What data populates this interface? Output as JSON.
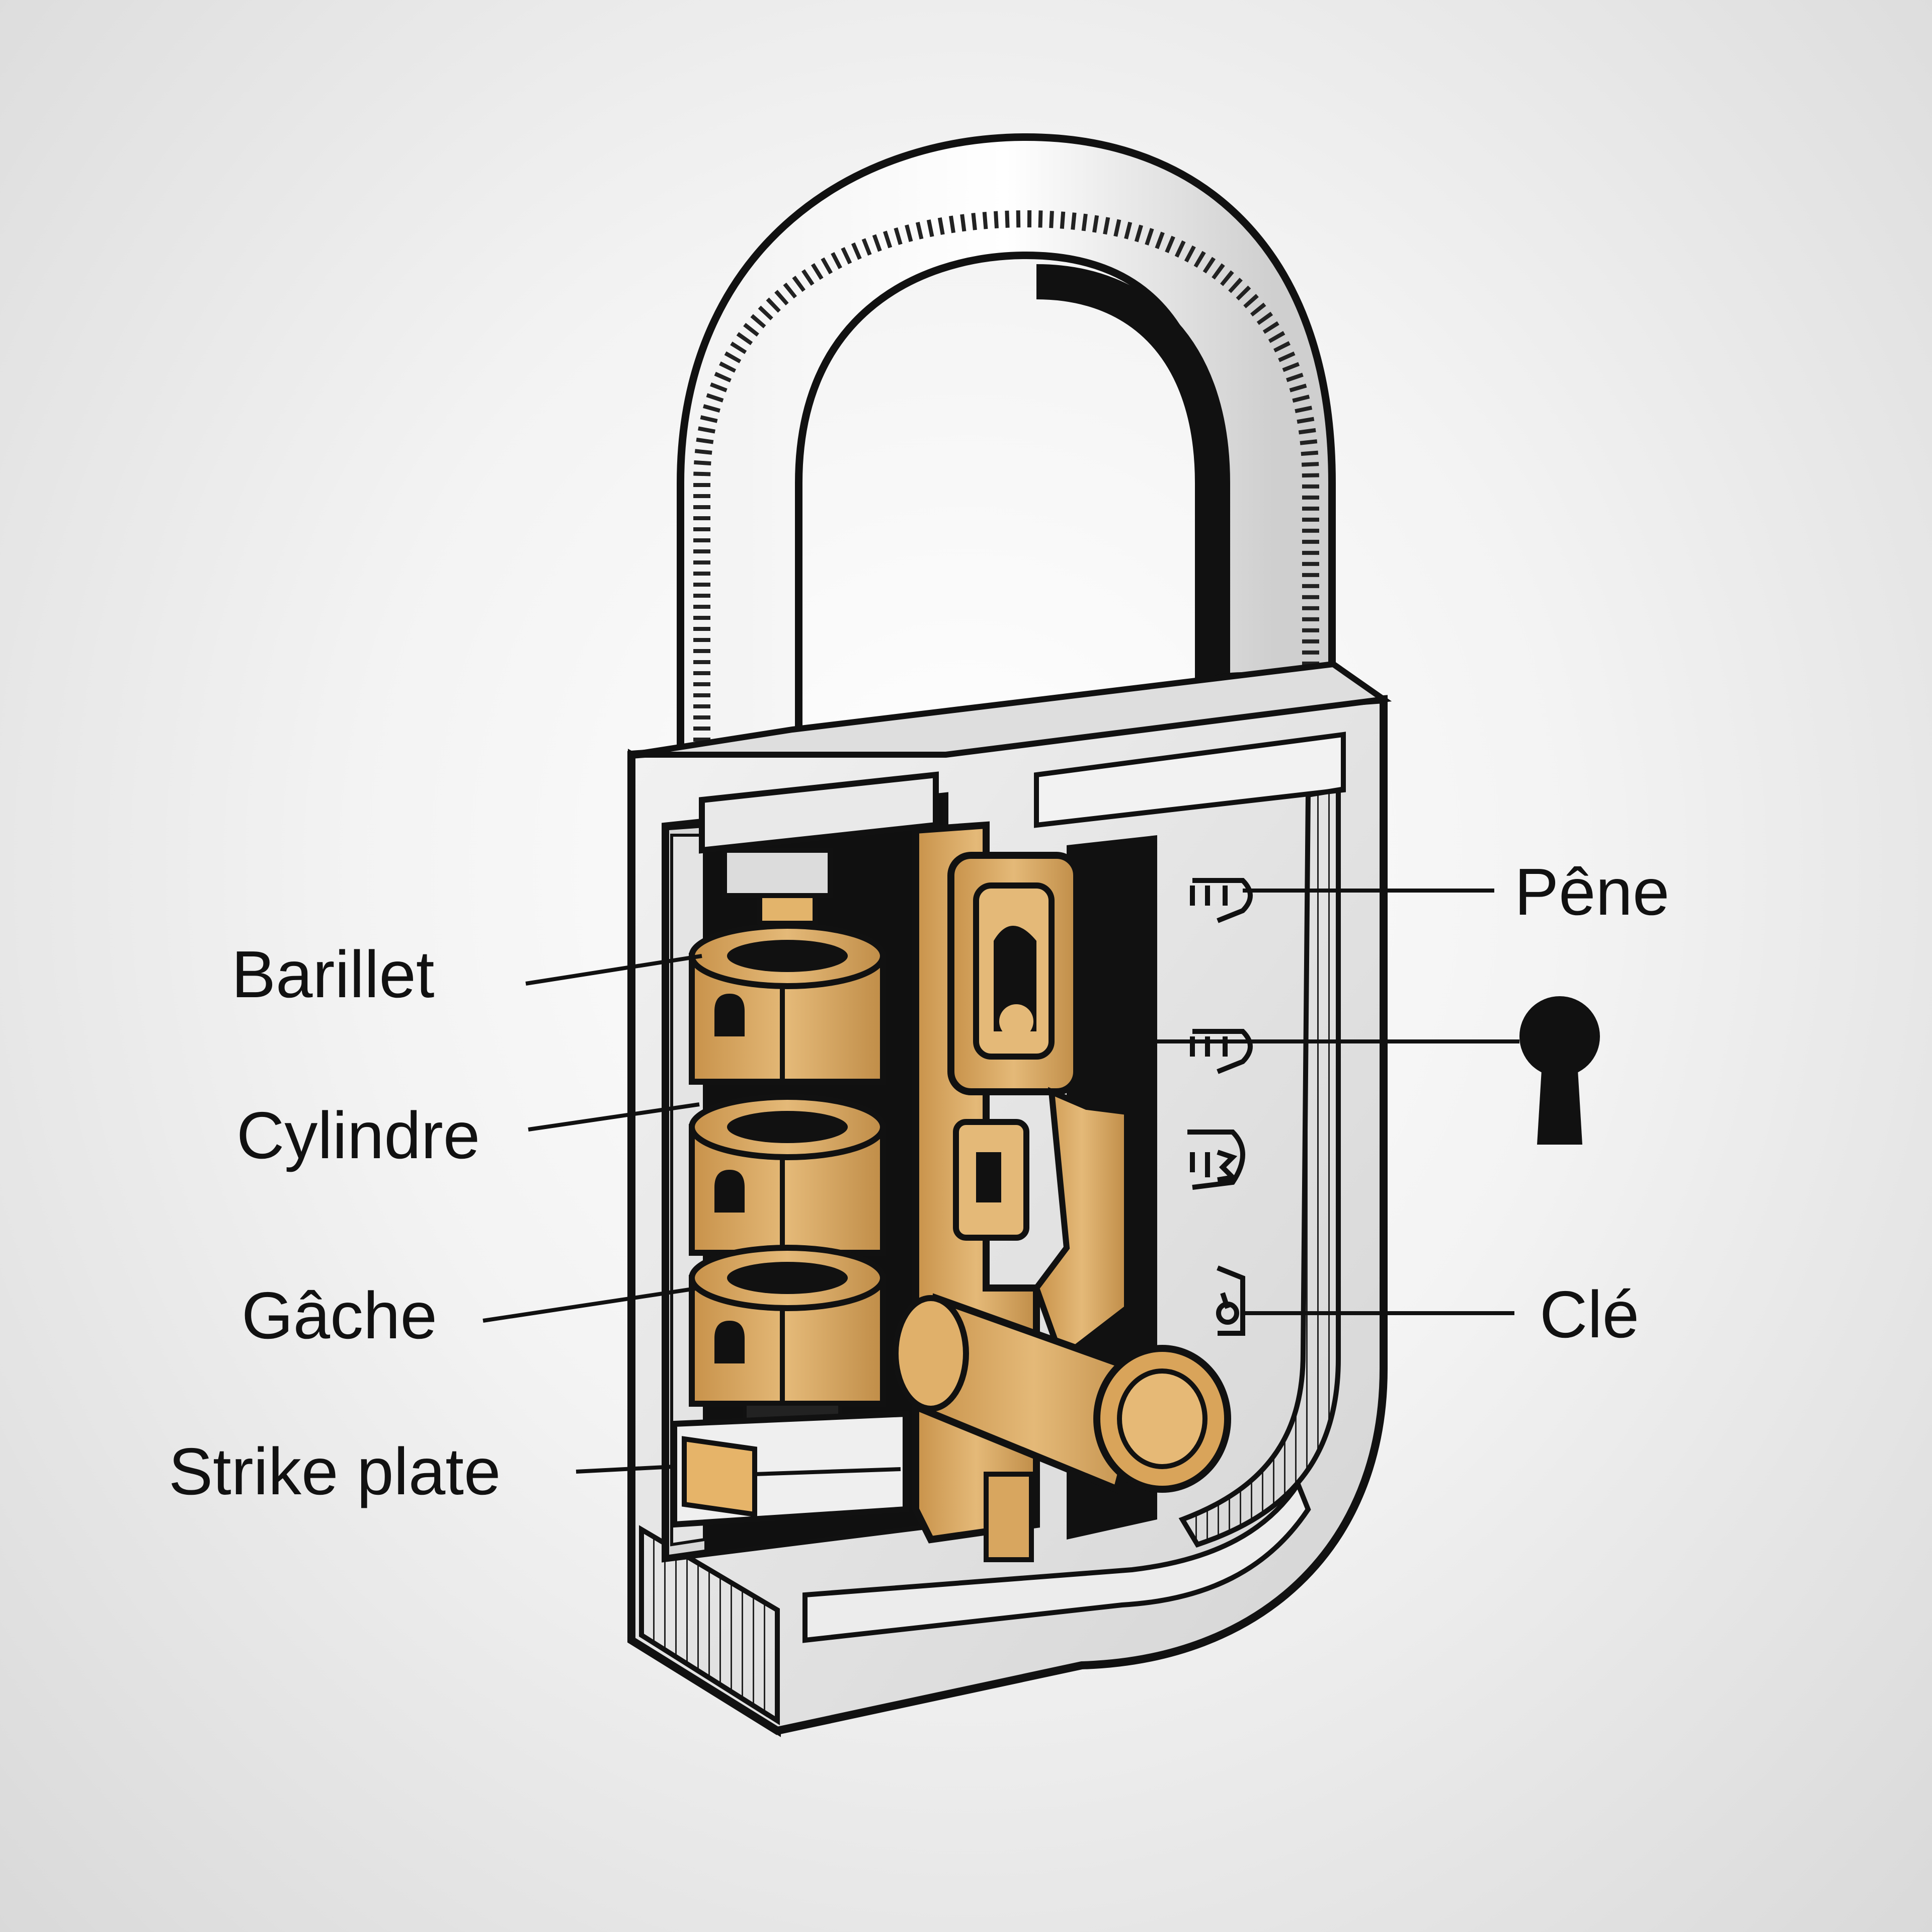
{
  "labels": {
    "barillet": "Barillet",
    "cylindre": "Cylindre",
    "gache": "Gâche",
    "strike_plate": "Strike plate",
    "pene": "Pêne",
    "cle": "Clé"
  },
  "colors": {
    "metal": "#d9d9d9",
    "metal_light": "#ededed",
    "brass": "#d6a55e",
    "brass_dark": "#b98a45",
    "outline": "#111111"
  },
  "icons": [
    "keyhole-icon"
  ]
}
